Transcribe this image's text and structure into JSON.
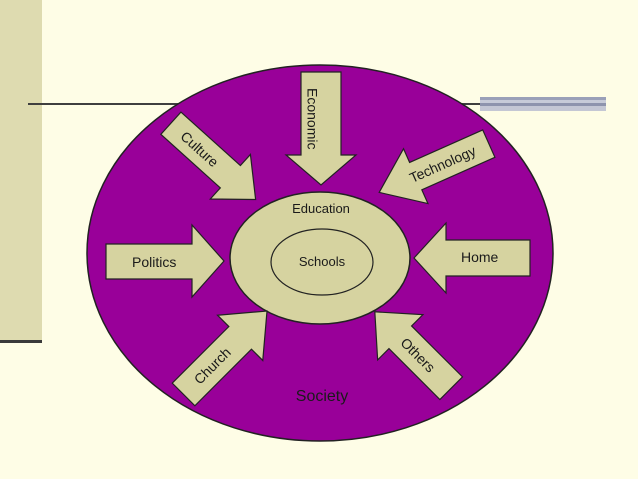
{
  "diagram": {
    "outer_label": "Society",
    "middle_label": "Education",
    "inner_label": "Schools",
    "arrows": {
      "economic": "Economic",
      "culture": "Culture",
      "technology": "Technology",
      "politics": "Politics",
      "home": "Home",
      "church": "Church",
      "others": "Others"
    },
    "colors": {
      "society_fill": "#990099",
      "ellipse_fill": "#d6d3a0",
      "arrow_fill": "#d6d3a0",
      "background": "#fefde6"
    }
  }
}
